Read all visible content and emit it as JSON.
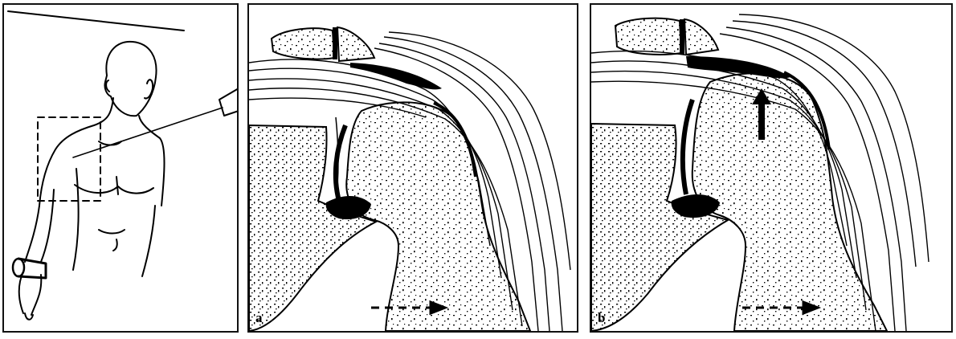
{
  "figure": {
    "panels": [
      {
        "id": "setup",
        "label": ""
      },
      {
        "id": "a",
        "label": "a"
      },
      {
        "id": "b",
        "label": "b"
      }
    ]
  }
}
